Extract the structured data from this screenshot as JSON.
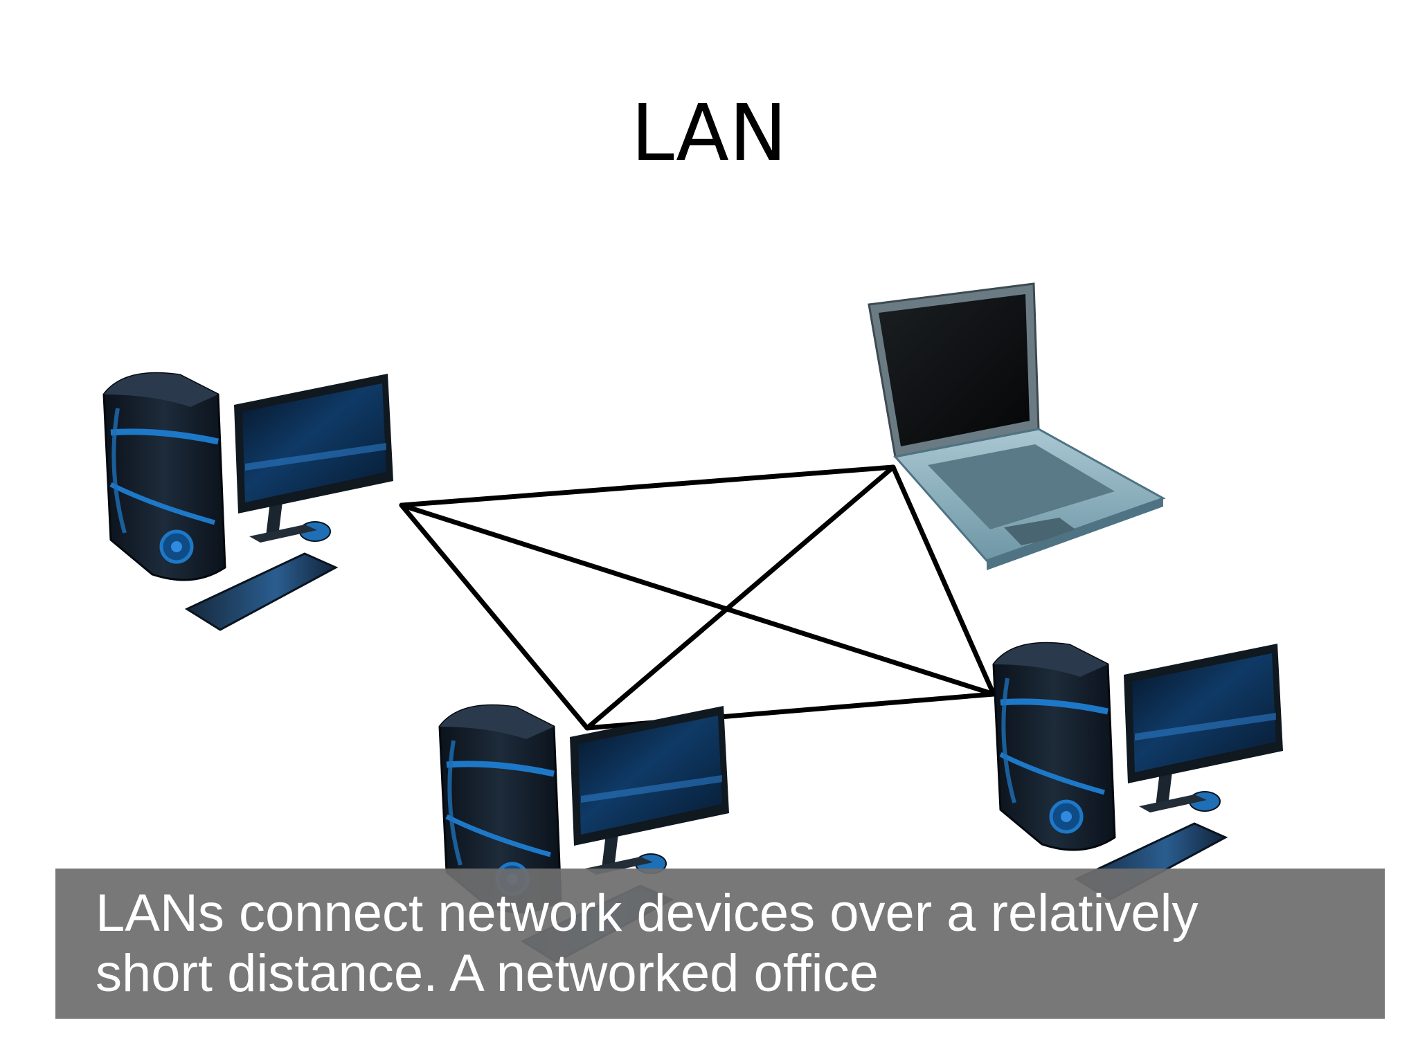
{
  "slide": {
    "title": "LAN",
    "caption": {
      "line1": "LANs connect network devices over a relatively",
      "line2": "short distance. A networked office"
    },
    "diagram": {
      "nodes": [
        {
          "id": "desktop-top-left",
          "kind": "desktop-pc",
          "icon": "desktop-computer-icon"
        },
        {
          "id": "laptop-top-right",
          "kind": "laptop",
          "icon": "laptop-icon"
        },
        {
          "id": "desktop-bottom-center",
          "kind": "desktop-pc",
          "icon": "desktop-computer-icon"
        },
        {
          "id": "desktop-bottom-right",
          "kind": "desktop-pc",
          "icon": "desktop-computer-icon"
        }
      ],
      "links": [
        [
          "desktop-top-left",
          "laptop-top-right"
        ],
        [
          "desktop-top-left",
          "desktop-bottom-center"
        ],
        [
          "desktop-top-left",
          "desktop-bottom-right"
        ],
        [
          "laptop-top-right",
          "desktop-bottom-center"
        ],
        [
          "laptop-top-right",
          "desktop-bottom-right"
        ],
        [
          "desktop-bottom-center",
          "desktop-bottom-right"
        ]
      ],
      "colors": {
        "link": "#000000",
        "case": "#15212e",
        "accent": "#1e6fb5",
        "screen": "#0c2a4a",
        "laptop": "#8fb4c2"
      }
    }
  }
}
